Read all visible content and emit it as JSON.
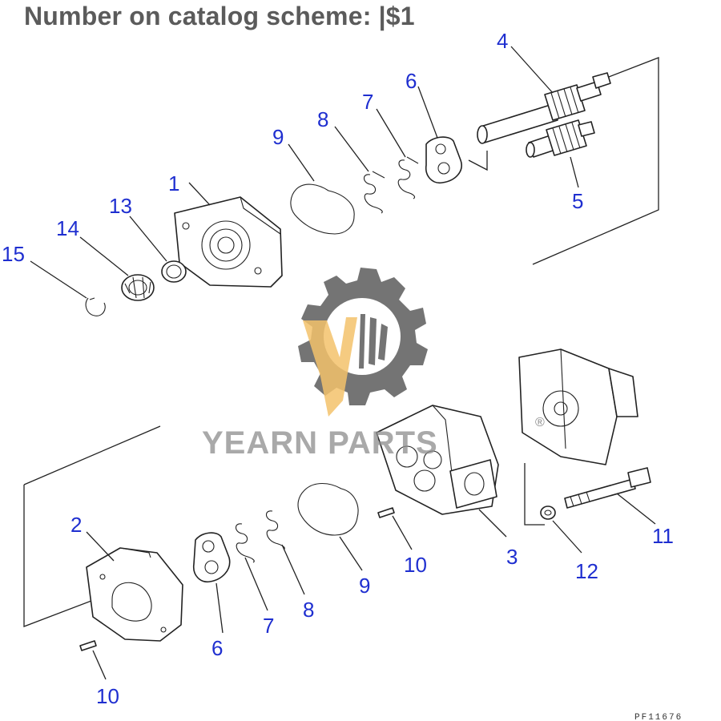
{
  "header": {
    "title": "Number on catalog scheme: |$1"
  },
  "watermark": {
    "brand": "YEARN PARTS",
    "registered_mark": "®",
    "gear_color": "#555555",
    "accent_color": "#f3c26b"
  },
  "drawing_code": "PF11676",
  "callouts": {
    "c1": "1",
    "c2": "2",
    "c3": "3",
    "c4": "4",
    "c5": "5",
    "c6a": "6",
    "c6b": "6",
    "c7a": "7",
    "c7b": "7",
    "c8a": "8",
    "c8b": "8",
    "c9a": "9",
    "c9b": "9",
    "c10a": "10",
    "c10b": "10",
    "c11": "11",
    "c12": "12",
    "c13": "13",
    "c14": "14",
    "c15": "15"
  }
}
